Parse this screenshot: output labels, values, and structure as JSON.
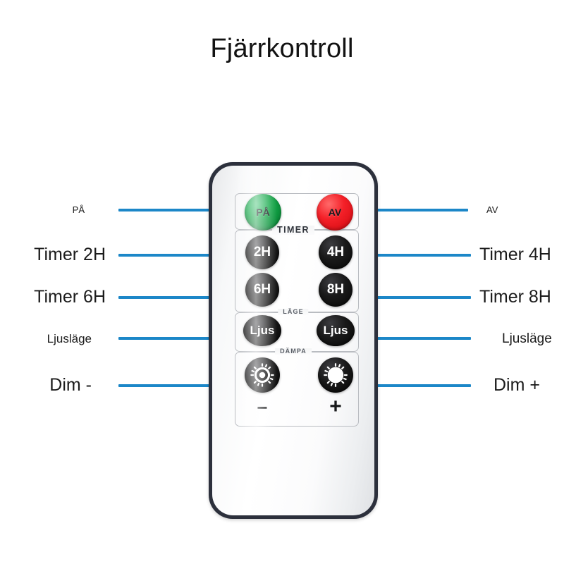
{
  "title": "Fjärrkontroll",
  "colors": {
    "leader_line": "#1c87c8",
    "power_on": "#12a445",
    "power_off": "#f42028",
    "button_black": "#121212",
    "body_border": "#2c303c",
    "body_face": "#f7f8f9",
    "label_text": "#1b1b1b"
  },
  "remote": {
    "sections": [
      {
        "caption": ""
      },
      {
        "caption": "TIMER"
      },
      {
        "caption": "LÄGE"
      },
      {
        "caption": "DÄMPA"
      }
    ],
    "buttons": {
      "power_on": "PÅ",
      "power_off": "AV",
      "timer_2h": "2H",
      "timer_4h": "4H",
      "timer_6h": "6H",
      "timer_8h": "8H",
      "mode_left": "Ljus",
      "mode_right": "Ljus",
      "dim_minus_icon": "sun-outline-icon",
      "dim_plus_icon": "sun-filled-icon",
      "dim_minus_sign": "−",
      "dim_plus_sign": "+"
    }
  },
  "callouts": {
    "left": [
      {
        "label": "PÅ",
        "font_size": 13
      },
      {
        "label": "Timer 2H",
        "font_size": 25
      },
      {
        "label": "Timer 6H",
        "font_size": 25
      },
      {
        "label": "Ljusläge",
        "font_size": 17
      },
      {
        "label": "Dim -",
        "font_size": 25
      }
    ],
    "right": [
      {
        "label": "AV",
        "font_size": 13
      },
      {
        "label": "Timer 4H",
        "font_size": 25
      },
      {
        "label": "Timer 8H",
        "font_size": 25
      },
      {
        "label": "Ljusläge",
        "font_size": 19
      },
      {
        "label": "Dim +",
        "font_size": 25
      }
    ]
  }
}
